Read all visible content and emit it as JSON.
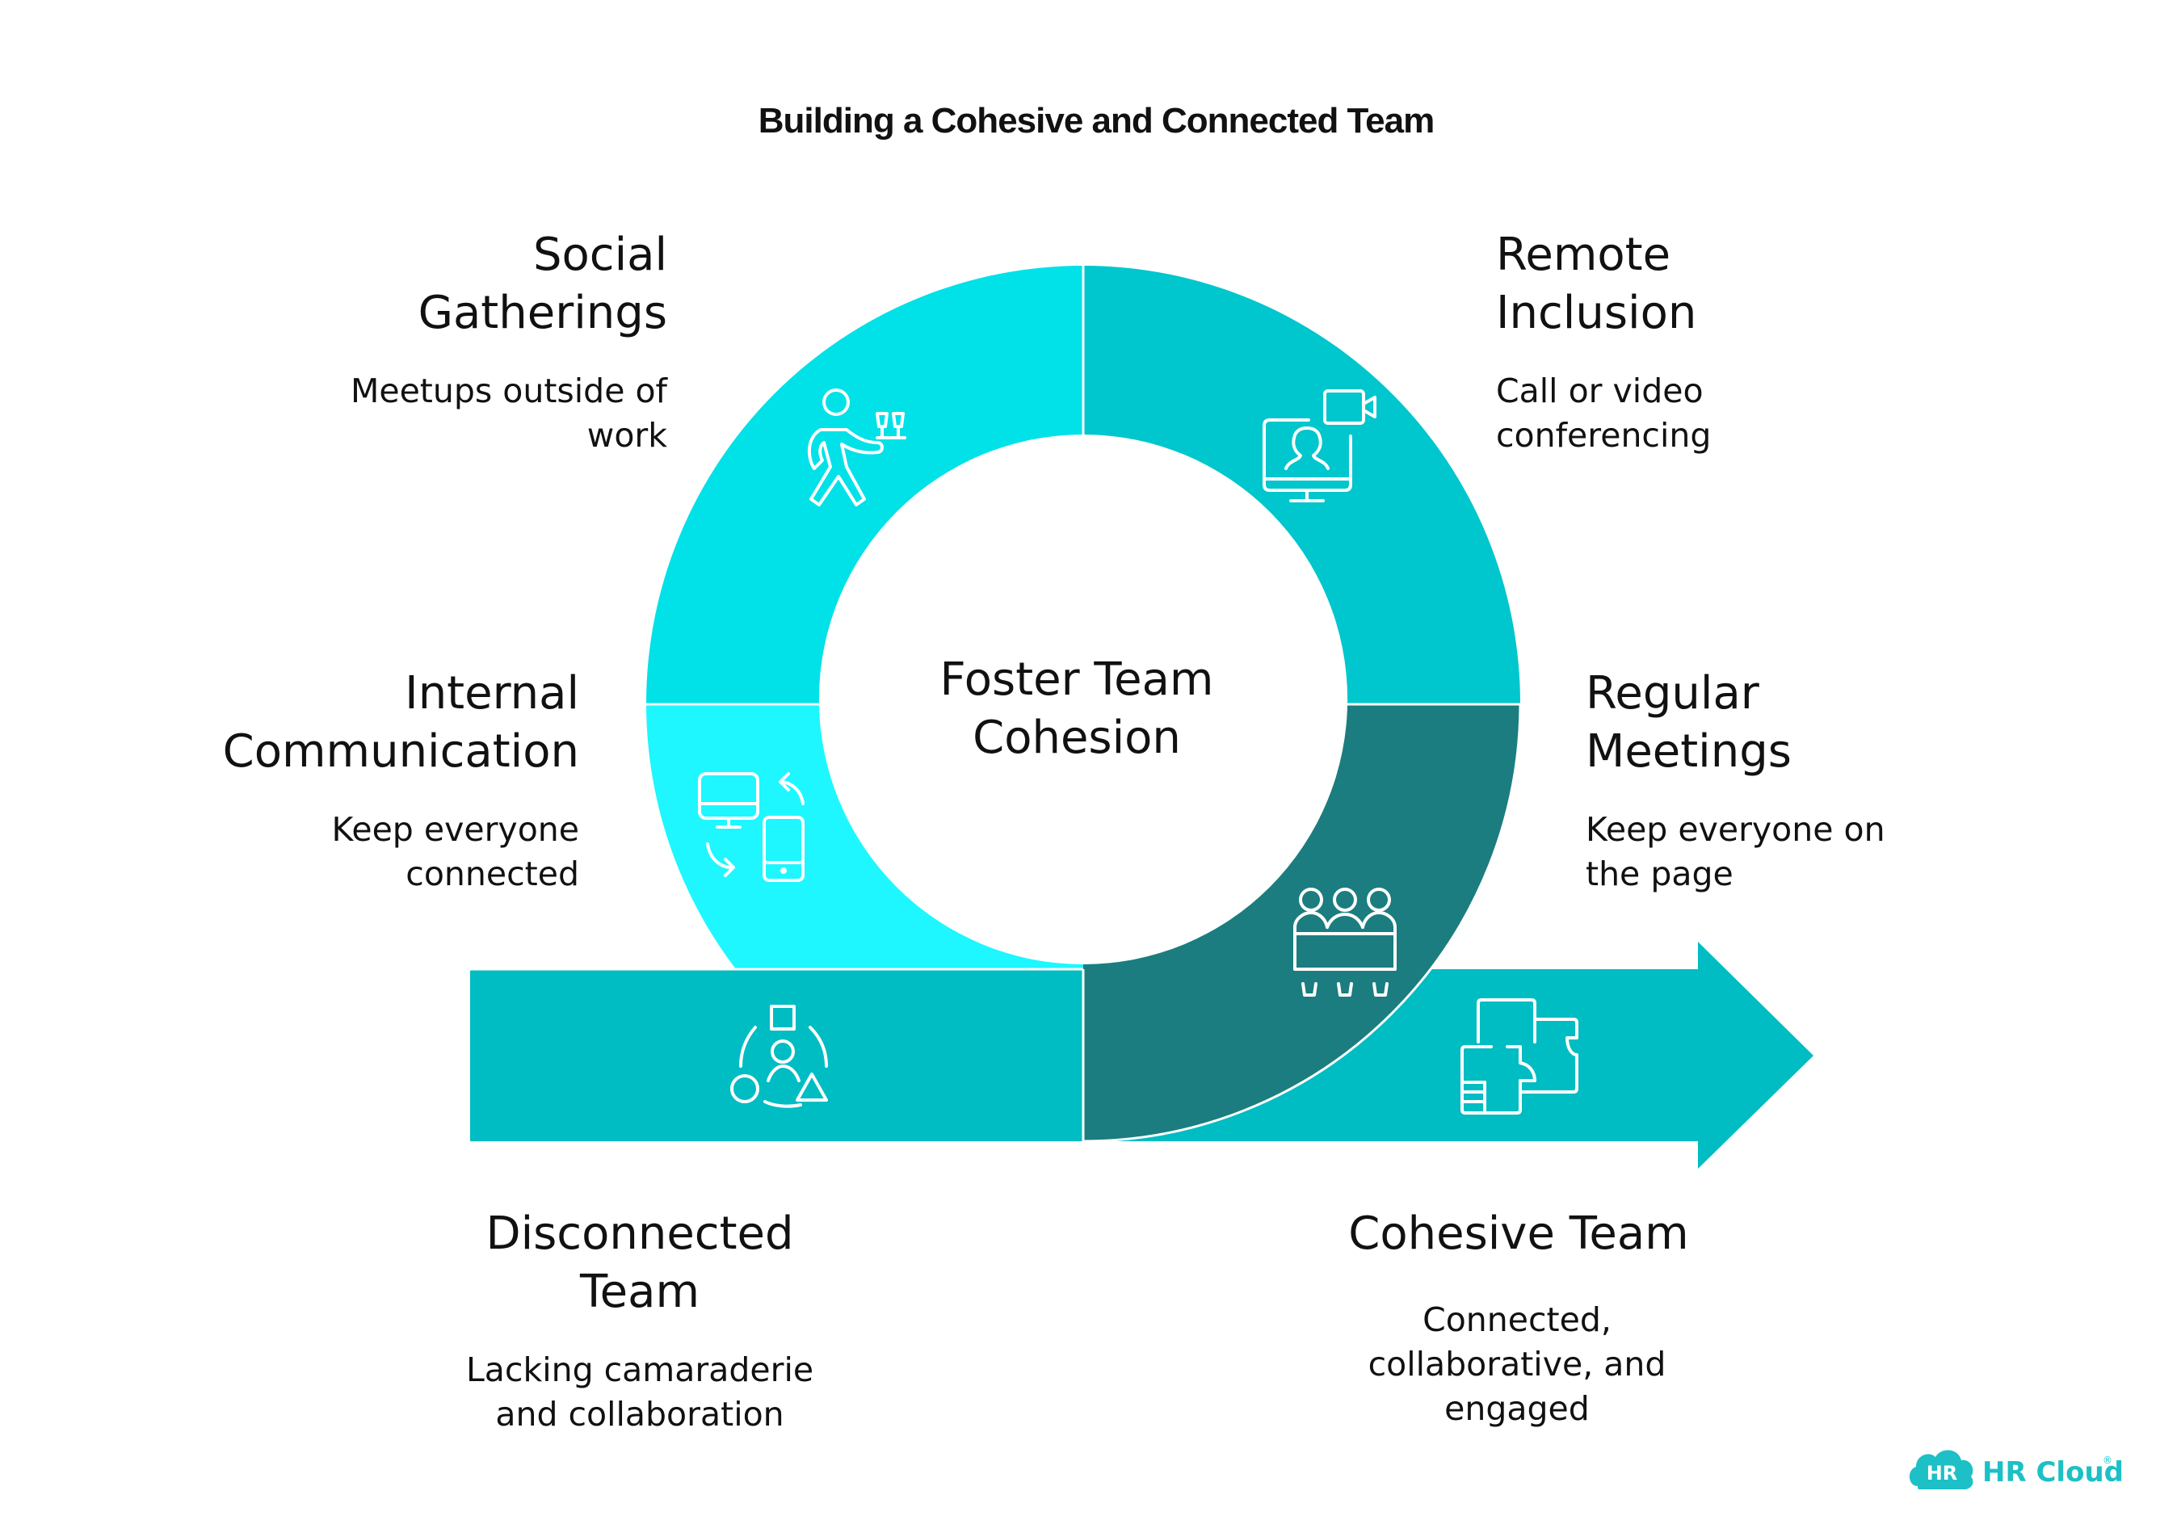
{
  "title": "Building a Cohesive and Connected Team",
  "center": {
    "lines": [
      "Foster Team",
      "Cohesion"
    ]
  },
  "colors": {
    "social": "#00E1E8",
    "remote": "#00C6CD",
    "internal": "#1EF7FF",
    "meetings": "#1B7D7F",
    "arrow": "#00BCC3",
    "text": "#111111",
    "logo": "#1CC0C6"
  },
  "stages": {
    "social": {
      "heading": [
        "Social",
        "Gatherings"
      ],
      "description": [
        "Meetups outside of",
        "work"
      ],
      "icon": "waiter-with-drinks-icon"
    },
    "remote": {
      "heading": [
        "Remote",
        "Inclusion"
      ],
      "description": [
        "Call or video",
        "conferencing"
      ],
      "icon": "video-conference-icon"
    },
    "internal": {
      "heading": [
        "Internal",
        "Communication"
      ],
      "description": [
        "Keep everyone",
        "connected"
      ],
      "icon": "device-sync-icon"
    },
    "meetings": {
      "heading": [
        "Regular",
        "Meetings"
      ],
      "description": [
        "Keep everyone on",
        "the page"
      ],
      "icon": "meeting-table-icon"
    },
    "disconnected": {
      "heading": [
        "Disconnected",
        "Team"
      ],
      "description": [
        "Lacking camaraderie",
        "and collaboration"
      ],
      "icon": "scattered-shapes-icon"
    },
    "cohesive": {
      "heading": [
        "Cohesive Team"
      ],
      "description": [
        "Connected,",
        "collaborative, and",
        "engaged"
      ],
      "icon": "puzzle-floorplan-icon"
    }
  },
  "logo": {
    "badge": "HR",
    "name": "HR Cloud",
    "mark": "®"
  }
}
